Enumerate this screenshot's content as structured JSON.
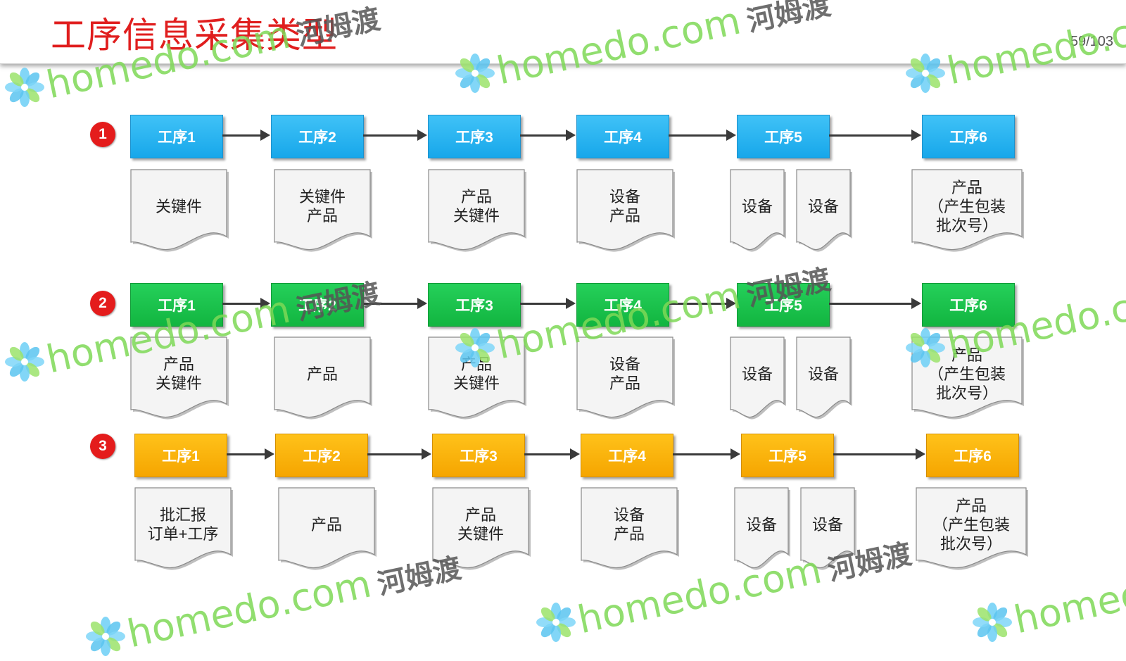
{
  "slide": {
    "title": "工序信息采集类型",
    "page_number": "59/103"
  },
  "colors": {
    "title": "#e01e1e",
    "row1_process": "#1fb0f0",
    "row2_process": "#17c14a",
    "row3_process": "#fdb30a",
    "marker": "#e41c1c"
  },
  "watermark": {
    "text": "homedo.com",
    "text_cn": "河姆渡"
  },
  "rows": [
    {
      "marker": "1",
      "color": "blue",
      "processes": [
        "工序1",
        "工序2",
        "工序3",
        "工序4",
        "工序5",
        "工序6"
      ],
      "docs": [
        [
          "关键件"
        ],
        [
          "关键件",
          "产品"
        ],
        [
          "产品",
          "关键件"
        ],
        [
          "设备",
          "产品"
        ],
        [
          "设备"
        ],
        [
          "设备"
        ],
        [
          "产品",
          "（产生包装",
          "批次号）"
        ]
      ]
    },
    {
      "marker": "2",
      "color": "green",
      "processes": [
        "工序1",
        "工序2",
        "工序3",
        "工序4",
        "工序5",
        "工序6"
      ],
      "docs": [
        [
          "产品",
          "关键件"
        ],
        [
          "产品"
        ],
        [
          "产品",
          "关键件"
        ],
        [
          "设备",
          "产品"
        ],
        [
          "设备"
        ],
        [
          "设备"
        ],
        [
          "产品",
          "（产生包装",
          "批次号）"
        ]
      ]
    },
    {
      "marker": "3",
      "color": "orange",
      "processes": [
        "工序1",
        "工序2",
        "工序3",
        "工序4",
        "工序5",
        "工序6"
      ],
      "docs": [
        [
          "批汇报",
          "订单+工序"
        ],
        [
          "产品"
        ],
        [
          "产品",
          "关键件"
        ],
        [
          "设备",
          "产品"
        ],
        [
          "设备"
        ],
        [
          "设备"
        ],
        [
          "产品",
          "（产生包装",
          "批次号）"
        ]
      ]
    }
  ]
}
